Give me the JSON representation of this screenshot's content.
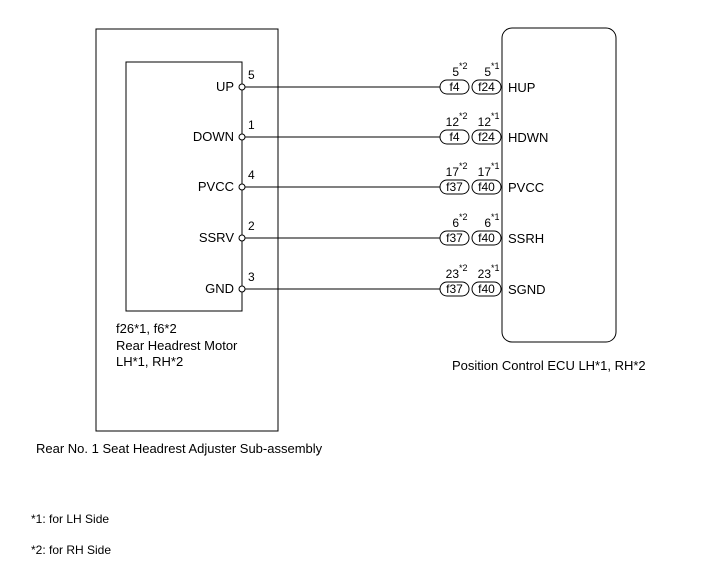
{
  "assembly_label": "Rear No. 1 Seat Headrest Adjuster Sub-assembly",
  "motor": {
    "line1": "f26*1, f6*2",
    "line2": "Rear Headrest Motor",
    "line3": "LH*1, RH*2"
  },
  "ecu_label": "Position Control ECU LH*1, RH*2",
  "wires": [
    {
      "motor_terminal": "UP",
      "motor_pin": "5",
      "c1": "f4",
      "c1_pin": "5",
      "c1_mark": "*2",
      "c2": "f24",
      "c2_pin": "5",
      "c2_mark": "*1",
      "ecu_terminal": "HUP"
    },
    {
      "motor_terminal": "DOWN",
      "motor_pin": "1",
      "c1": "f4",
      "c1_pin": "12",
      "c1_mark": "*2",
      "c2": "f24",
      "c2_pin": "12",
      "c2_mark": "*1",
      "ecu_terminal": "HDWN"
    },
    {
      "motor_terminal": "PVCC",
      "motor_pin": "4",
      "c1": "f37",
      "c1_pin": "17",
      "c1_mark": "*2",
      "c2": "f40",
      "c2_pin": "17",
      "c2_mark": "*1",
      "ecu_terminal": "PVCC"
    },
    {
      "motor_terminal": "SSRV",
      "motor_pin": "2",
      "c1": "f37",
      "c1_pin": "6",
      "c1_mark": "*2",
      "c2": "f40",
      "c2_pin": "6",
      "c2_mark": "*1",
      "ecu_terminal": "SSRH"
    },
    {
      "motor_terminal": "GND",
      "motor_pin": "3",
      "c1": "f37",
      "c1_pin": "23",
      "c1_mark": "*2",
      "c2": "f40",
      "c2_pin": "23",
      "c2_mark": "*1",
      "ecu_terminal": "SGND"
    }
  ],
  "notes": [
    "*1: for LH Side",
    "*2: for RH Side"
  ]
}
